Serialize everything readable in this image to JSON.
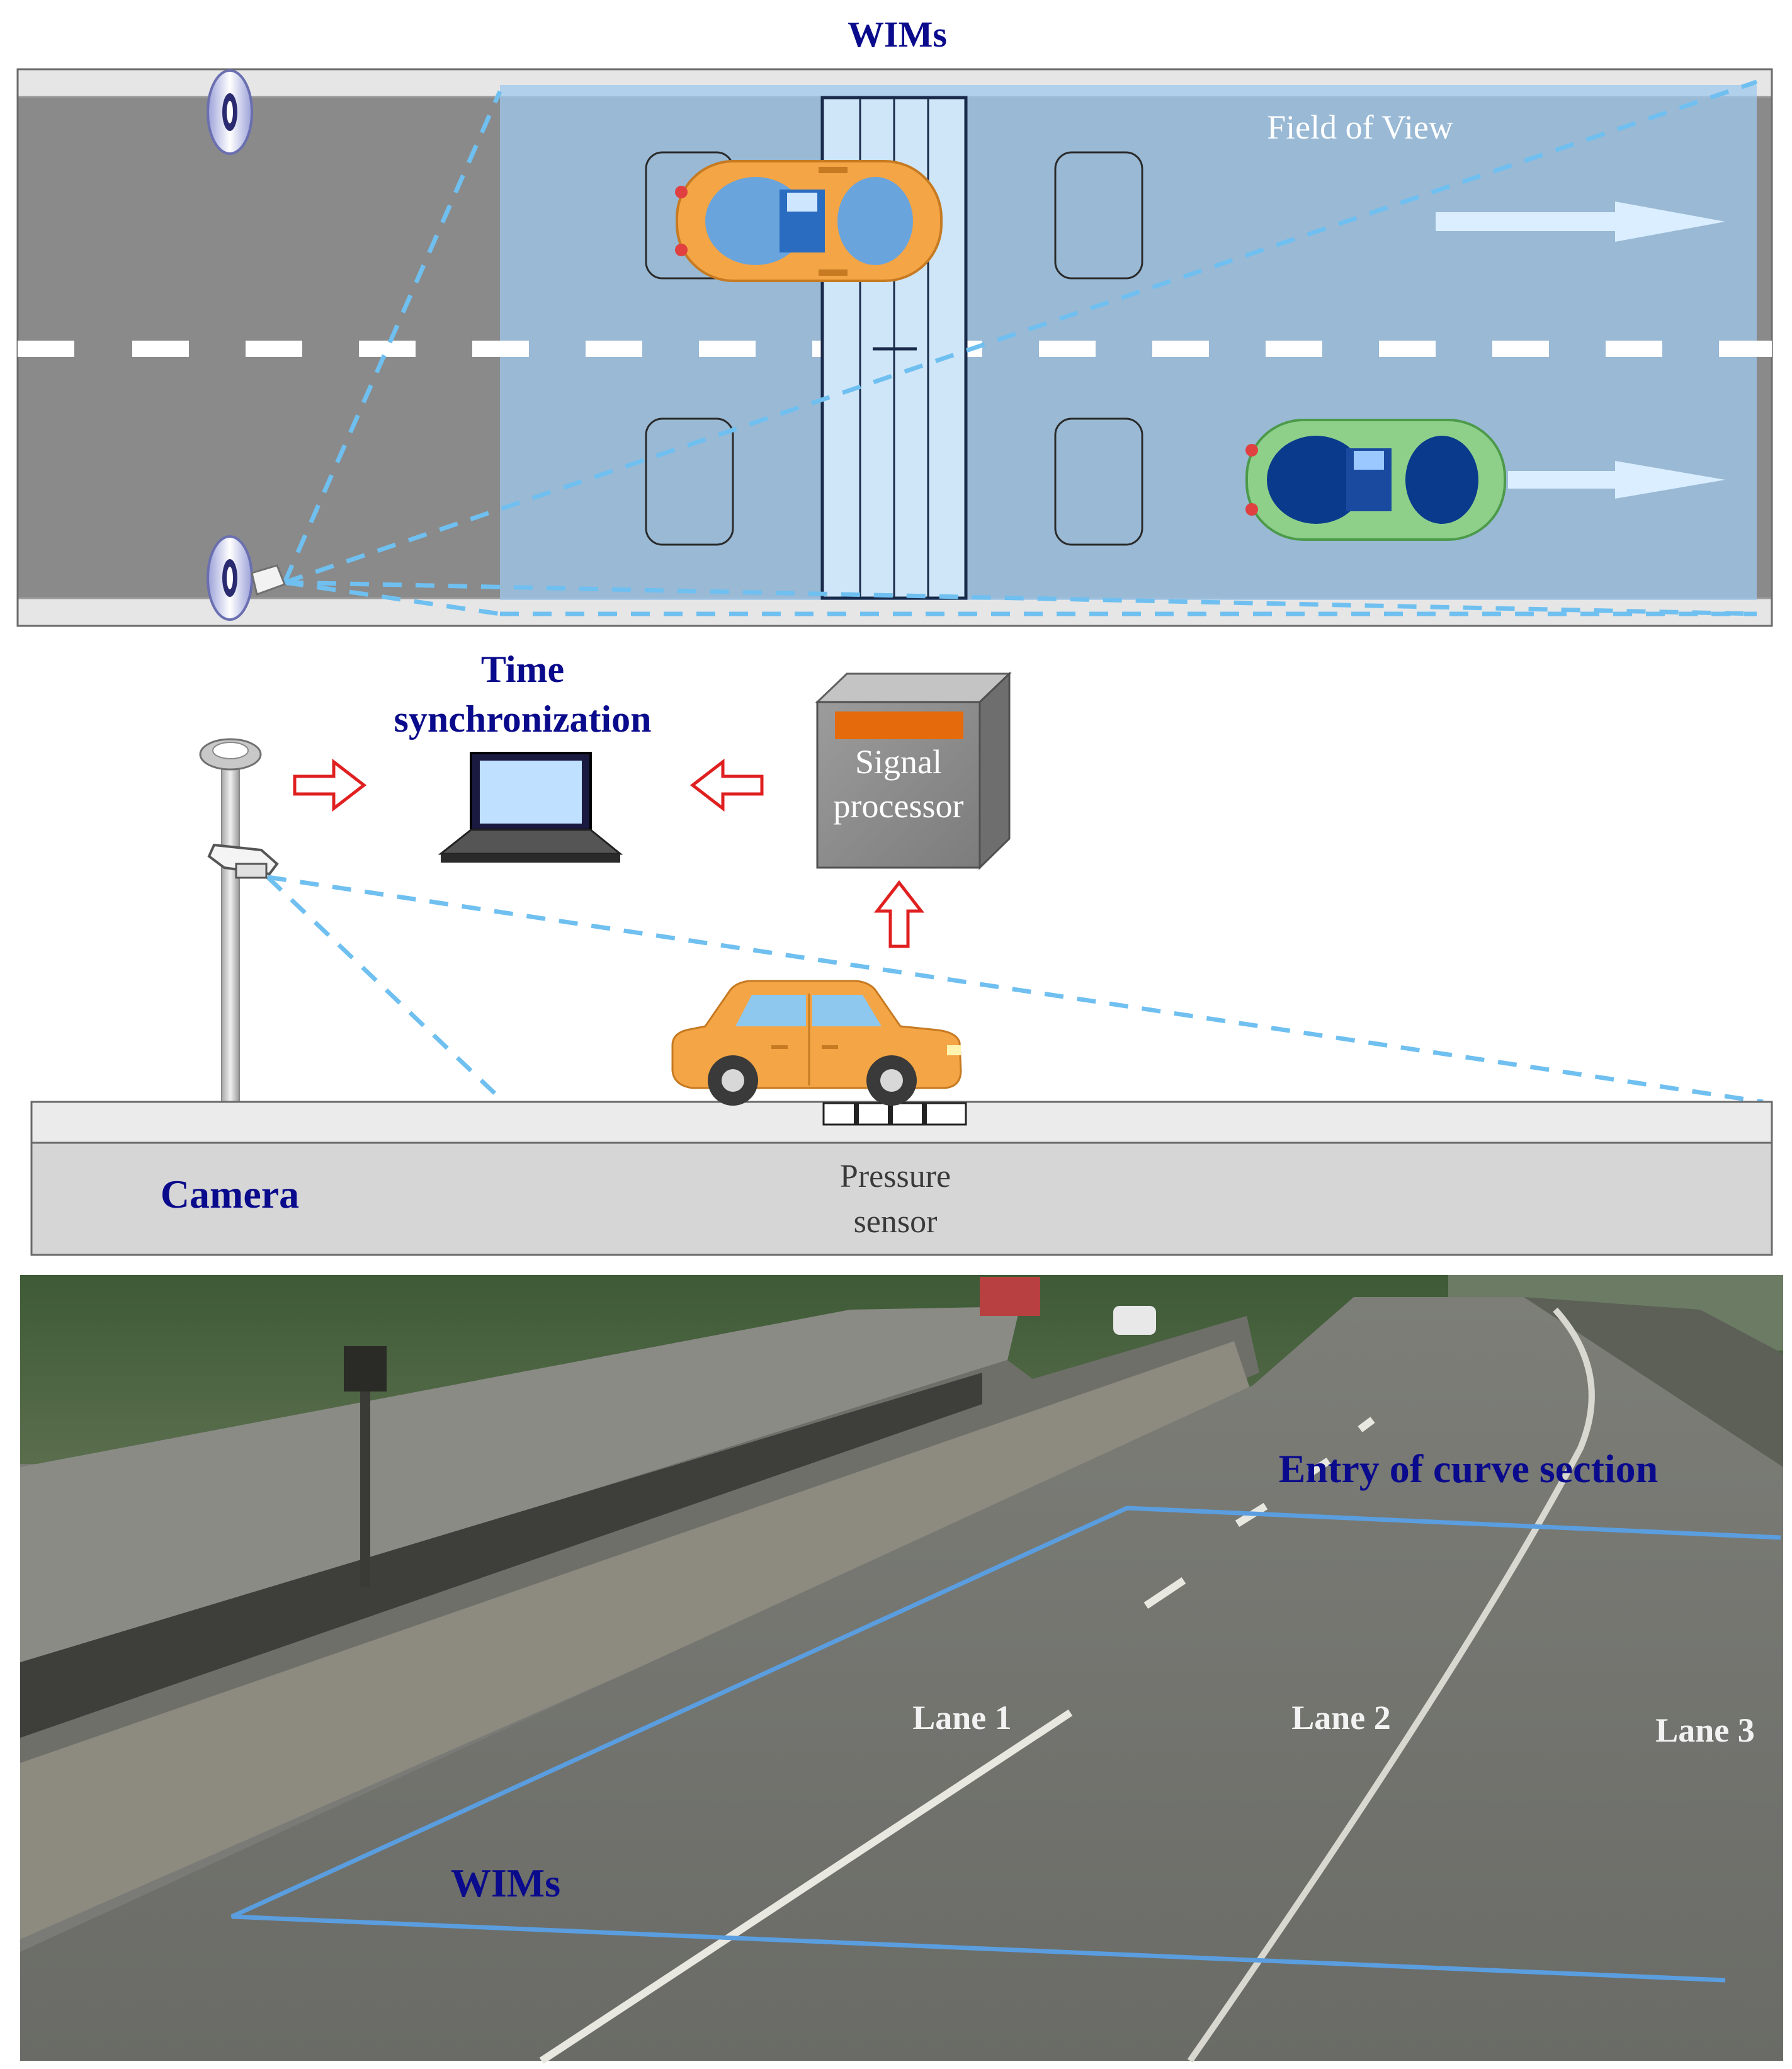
{
  "top_view": {
    "title": "WIMs",
    "fov_label": "Field of View"
  },
  "side_view": {
    "time_sync_line1": "Time",
    "time_sync_line2": "synchronization",
    "signal_processor_line1": "Signal",
    "signal_processor_line2": "processor",
    "camera_label": "Camera",
    "pressure_line1": "Pressure",
    "pressure_line2": "sensor"
  },
  "photo": {
    "entry_label": "Entry of curve section",
    "wims_label": "WIMs",
    "lane1": "Lane 1",
    "lane2": "Lane 2",
    "lane3": "Lane 3"
  },
  "colors": {
    "title_blue": "#0a0a8c",
    "fov_fill": "#9ec8ee",
    "fov_dash": "#6fc0f0",
    "road_gray": "#8a8a8a",
    "arrow_red": "#e02020",
    "car_orange": "#f4a545",
    "car_green": "#8ed08a",
    "outline_blue": "#5a9ee0"
  }
}
